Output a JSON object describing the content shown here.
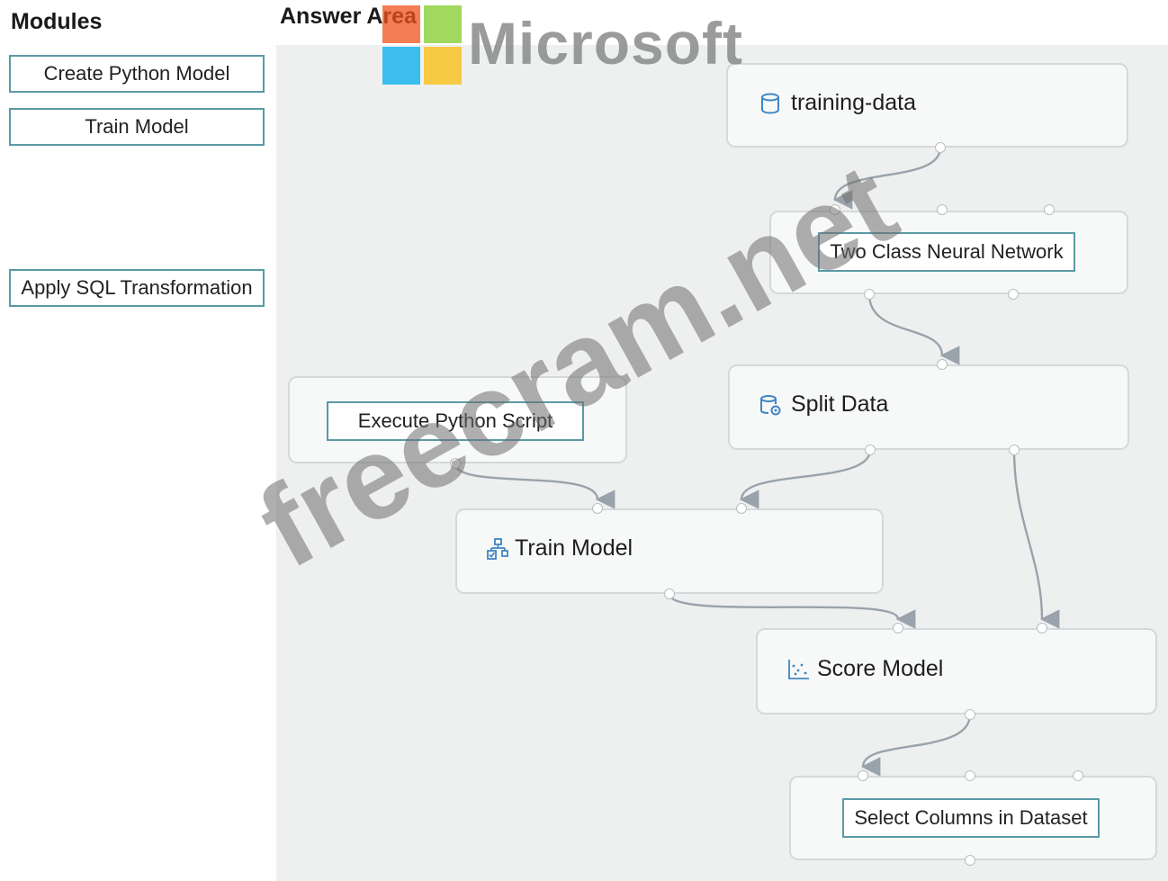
{
  "modules_panel": {
    "title": "Modules",
    "items": [
      {
        "label": "Create Python Model"
      },
      {
        "label": "Train Model"
      },
      {
        "label": "Apply SQL Transformation"
      }
    ]
  },
  "answer_area": {
    "title": "Answer Area",
    "nodes": {
      "training_data": {
        "label": "training-data",
        "icon": "database-icon"
      },
      "neural_network": {
        "slot_label": "Two Class Neural Network"
      },
      "split_data": {
        "label": "Split Data",
        "icon": "split-data-icon"
      },
      "python_script": {
        "slot_label": "Execute Python Script"
      },
      "train_model": {
        "label": "Train Model",
        "icon": "train-model-icon"
      },
      "score_model": {
        "label": "Score Model",
        "icon": "score-model-icon"
      },
      "select_columns": {
        "slot_label": "Select Columns in Dataset"
      }
    }
  },
  "watermarks": {
    "brand_text": "Microsoft",
    "site_text": "freecram.net"
  },
  "colors": {
    "slot_border": "#5a9aa5",
    "icon_blue": "#3f86c4",
    "canvas_bg": "#eef0f0",
    "connector": "#9aa3ab"
  }
}
